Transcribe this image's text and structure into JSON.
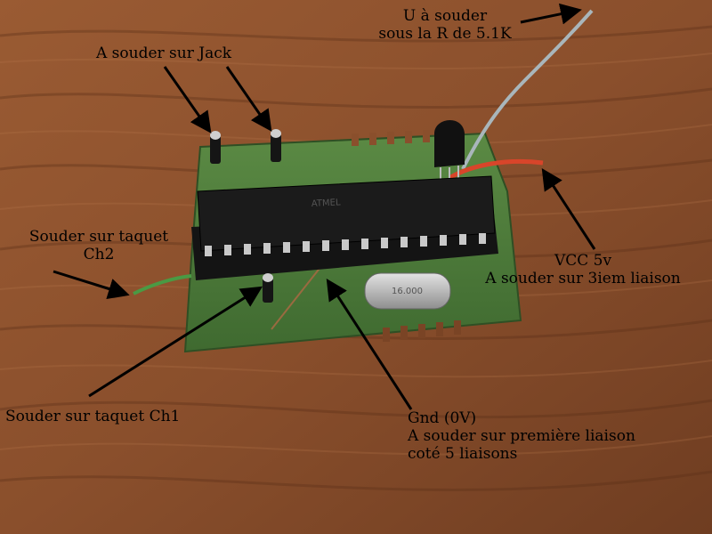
{
  "labels": {
    "u_line1": "U à souder",
    "u_line2": "sous la R de 5.1K",
    "jack": "A souder sur Jack",
    "ch2_line1": "Souder sur taquet",
    "ch2_line2": "Ch2",
    "vcc_line1": "VCC 5v",
    "vcc_line2": "A souder sur 3iem liaison",
    "ch1": "Souder sur taquet Ch1",
    "gnd_line1": "Gnd (0V)",
    "gnd_line2": "A souder sur première liaison",
    "gnd_line3": "coté 5 liaisons"
  },
  "colors": {
    "wood": "#8a4f2c",
    "pcb": "#4f7b3a",
    "chip": "#1b1b1b",
    "wire_red": "#d8452a",
    "wire_gray": "#a9b6bb",
    "wire_green": "#4a9a44",
    "crystal": "#b7b7b7"
  },
  "components": {
    "chip_marking": "ATMEL",
    "crystal_marking": "16.000"
  }
}
